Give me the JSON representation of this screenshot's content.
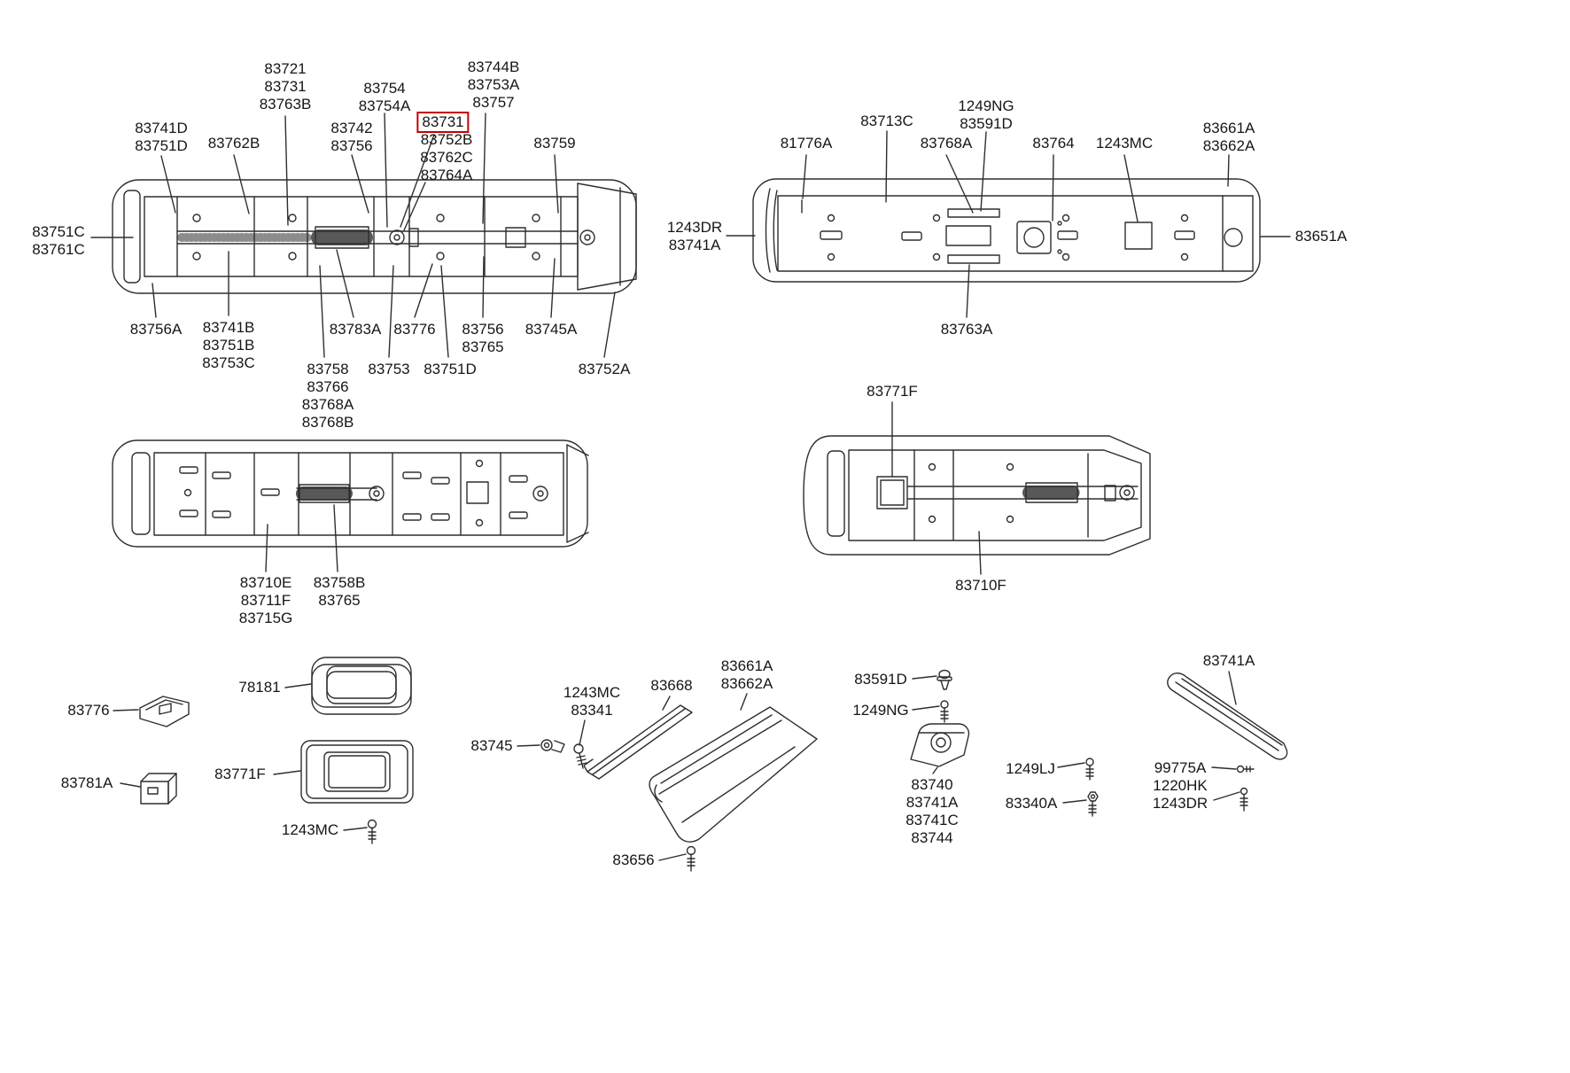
{
  "figure": {
    "type": "parts-diagram",
    "highlighted_part": "83731",
    "highlight_color": "#c40000",
    "line_color": "#2e2e2e",
    "background": "#ffffff"
  },
  "labels": {
    "tl1": [
      "83721",
      "83731",
      "83763B"
    ],
    "tl2": [
      "83754",
      "83754A"
    ],
    "tl3": [
      "83744B",
      "83753A",
      "83757"
    ],
    "tlh": [
      "83731"
    ],
    "tl4": [
      "83741D",
      "83751D"
    ],
    "tl5": [
      "83762B"
    ],
    "tl6": [
      "83742",
      "83756"
    ],
    "tl7": [
      "83752B",
      "83762C",
      "83764A"
    ],
    "tl8": [
      "83759"
    ],
    "tl9": [
      "83751C",
      "83761C"
    ],
    "tl10": [
      "83756A"
    ],
    "tl11": [
      "83741B",
      "83751B",
      "83753C"
    ],
    "tl12": [
      "83783A"
    ],
    "tl13": [
      "83776"
    ],
    "tl14": [
      "83756",
      "83765"
    ],
    "tl15": [
      "83745A"
    ],
    "tl16": [
      "83758",
      "83766",
      "83768A",
      "83768B"
    ],
    "tl17": [
      "83753"
    ],
    "tl18": [
      "83751D"
    ],
    "tl19": [
      "83752A"
    ],
    "tr1": [
      "83713C"
    ],
    "tr2": [
      "1249NG",
      "83591D"
    ],
    "tr3": [
      "81776A"
    ],
    "tr4": [
      "83768A"
    ],
    "tr5": [
      "83764"
    ],
    "tr6": [
      "1243MC"
    ],
    "tr7": [
      "83661A",
      "83662A"
    ],
    "tr8": [
      "1243DR",
      "83741A"
    ],
    "tr9": [
      "83651A"
    ],
    "tr10": [
      "83763A"
    ],
    "ml1": [
      "83710E",
      "83711F",
      "83715G"
    ],
    "ml2": [
      "83758B",
      "83765"
    ],
    "mr1": [
      "83771F"
    ],
    "mr2": [
      "83710F"
    ],
    "b1": [
      "83776"
    ],
    "b2": [
      "78181"
    ],
    "b3": [
      "83781A"
    ],
    "b4": [
      "83771F"
    ],
    "b5": [
      "1243MC"
    ],
    "b6": [
      "83745"
    ],
    "b7": [
      "1243MC",
      "83341"
    ],
    "b8": [
      "83668"
    ],
    "b9": [
      "83661A",
      "83662A"
    ],
    "b10": [
      "83656"
    ],
    "b11": [
      "83591D"
    ],
    "b12": [
      "1249NG"
    ],
    "b13": [
      "83740",
      "83741A",
      "83741C",
      "83744"
    ],
    "b14": [
      "1249LJ"
    ],
    "b15": [
      "83340A"
    ],
    "b16": [
      "83741A"
    ],
    "b17": [
      "99775A",
      "1220HK",
      "1243DR"
    ]
  }
}
